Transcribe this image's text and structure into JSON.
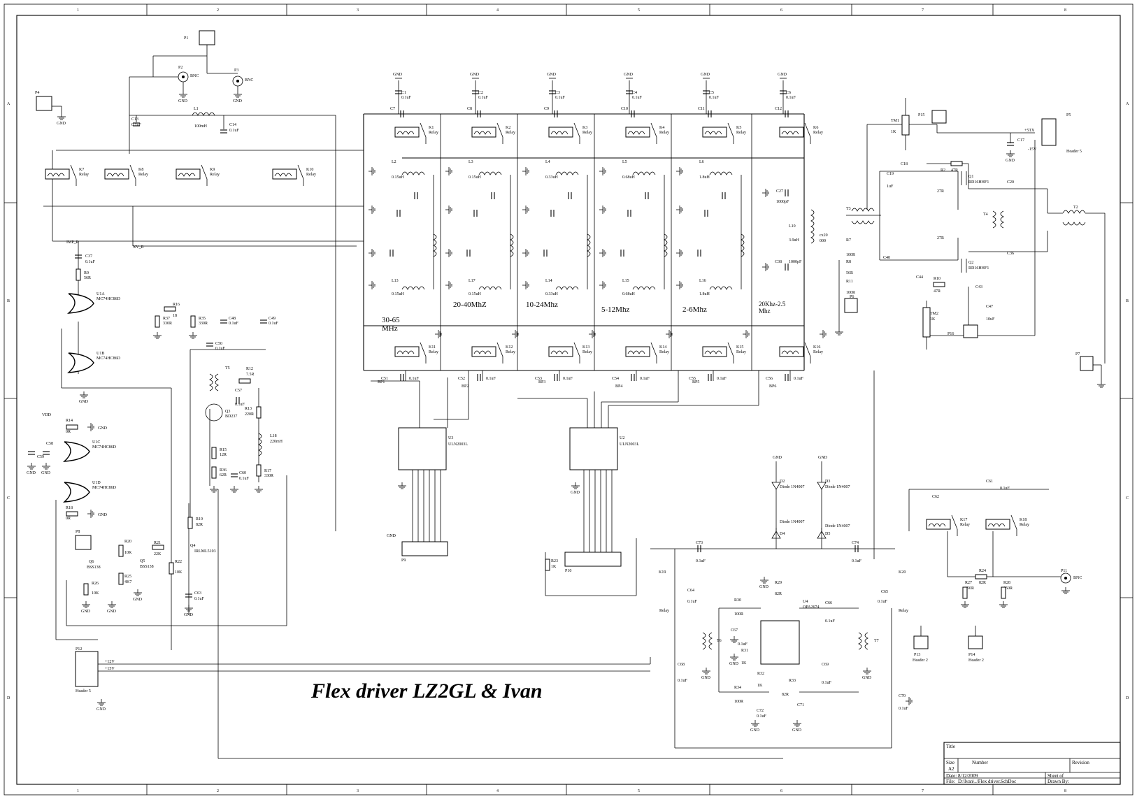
{
  "title": "Flex driver LZ2GL & Ivan",
  "frame": {
    "col_labels": [
      "1",
      "2",
      "3",
      "4",
      "5",
      "6",
      "7",
      "8"
    ],
    "row_labels": [
      "A",
      "B",
      "C",
      "D"
    ]
  },
  "bands": {
    "b30_65": "30-65\nMHz",
    "b20_40": "20-40MhZ",
    "b10_24": "10-24Mhz",
    "b5_12": "5-12Mhz",
    "b2_6": "2-6Mhz",
    "b20k": "20Khz-2.5\nMhz"
  },
  "title_block": {
    "title_label": "Title",
    "size_label": "Size",
    "size_value": "A2",
    "number_label": "Number",
    "revision_label": "Revision",
    "date_label": "Date:",
    "date_value": "8/12/2009",
    "file_label": "File:",
    "file_value": "D:\\Ivan\\..\\Flex driver.SchDoc",
    "sheet_label": "Sheet of",
    "drawn_label": "Drawn By:"
  },
  "labels": {
    "gnd": "GND",
    "vdd": "VDD",
    "bnc": "BNC",
    "relay": "Relay",
    "p1": "P1",
    "p2": "P2",
    "p3": "P3",
    "p4": "P4",
    "p5": "P5",
    "p6": "P6",
    "p7": "P7",
    "p8": "P8",
    "p9": "P9",
    "p10": "P10",
    "p11": "P11",
    "p12": "P12",
    "p13": "P13",
    "p14": "P14",
    "p15": "P15",
    "p16": "P16",
    "header2": "Header 2",
    "header5": "Header 5",
    "u1a": "U1A",
    "u1b": "U1B",
    "u1c": "U1C",
    "u1d": "U1D",
    "mc74": "MC74HC86D",
    "u2": "U2",
    "u3": "U3",
    "uln": "ULN2003L",
    "u4": "U4",
    "opa": "OPA2674",
    "imp_r": "IMP_R",
    "xv_r": "XV_R",
    "l1": "L1",
    "l1v": "100mH",
    "c13": "C13",
    "c14": "C14",
    "cv01": "0.1uF",
    "t5": "T5",
    "t6": "T6",
    "t7": "T7",
    "t3": "T3",
    "t4": "T4",
    "t2": "T2",
    "q1": "Q1",
    "q2": "Q2",
    "rd": "RD16HHF1",
    "q3": "Q3",
    "bd": "BD237",
    "q4": "Q4",
    "irl": "IRLML5103",
    "q5": "Q5",
    "q6": "Q6",
    "bss": "BSS138",
    "tm1": "TM1",
    "tm2": "TM2",
    "tm1v": "1K",
    "tm2v": "1K",
    "p12v": "+12V",
    "p15v": "+15V",
    "m15v": "-15V",
    "p5tx": "+5TX",
    "d2": "D2",
    "d3": "D3",
    "d4": "D4",
    "d5": "D5",
    "diode": "Diode 1N4007",
    "l18": "L18",
    "l18v": "220mH",
    "l10": "L10",
    "l10v": "3.9uH",
    "k_labels": [
      "K1",
      "K2",
      "K3",
      "K4",
      "K5",
      "K6"
    ],
    "k_bottom": [
      "K11",
      "K12",
      "K13",
      "K14",
      "K15",
      "K16"
    ],
    "k_mid": [
      "K7",
      "K8",
      "K9",
      "K10"
    ],
    "k17": "K17",
    "k18": "K18",
    "k19": "K19",
    "k20": "K20",
    "c_top": [
      "C1",
      "C2",
      "C3",
      "C4",
      "C5",
      "C6"
    ],
    "c_top2": [
      "C7",
      "C8",
      "C9",
      "C10",
      "C11",
      "C12"
    ],
    "c_bot": [
      "C51",
      "C52",
      "C53",
      "C54",
      "C55",
      "C56"
    ],
    "bp": [
      "BP1",
      "BP2",
      "BP3",
      "BP4",
      "BP5",
      "BP6"
    ],
    "l_top": [
      "L2",
      "L3",
      "L4",
      "L5",
      "L6"
    ],
    "l_top_v": [
      "0.15uH",
      "0.15uH",
      "0.33uH",
      "0.68uH",
      "1.8uH"
    ],
    "l_bot": [
      "L13",
      "L17",
      "L14",
      "L15",
      "L16"
    ],
    "l_bot_v": [
      "0.15uH",
      "0.15uH",
      "0.33uH",
      "0.68uH",
      "1.8uH"
    ],
    "r8": "R8",
    "r8v": "56R",
    "r7": "R7",
    "r7v": "100R",
    "r11": "R11",
    "r11v": "100R",
    "r27v": "27R",
    "r10": "R10",
    "r10v": "47R",
    "r2": "R2",
    "r2v": "47R",
    "r24": "R24",
    "r24v": "82R",
    "r27": "R27",
    "r27b": "150R",
    "r28": "R28",
    "r28v": "150R",
    "c37": "C37",
    "c9r": "R9",
    "r9v": "56R",
    "r16": "R16",
    "r37": "R37",
    "r35": "R35",
    "r37v": "330R",
    "r35v": "330R",
    "r16v": "18",
    "r12": "R12",
    "r12v": "7.5R",
    "r13": "R13",
    "r13v": "220R",
    "r15": "R15",
    "r15v": "12R",
    "r36": "R36",
    "r36v": "62R",
    "r17": "R17",
    "r17v": "330R",
    "r19": "R19",
    "r19v": "82R",
    "r20": "R20",
    "r20v": "10K",
    "r21": "R21",
    "r21v": "22K",
    "r22": "R22",
    "r22v": "10K",
    "r23": "R23",
    "r23v": "1K",
    "r25": "R25",
    "r25v": "4K7",
    "r26": "R26",
    "r26v": "10K",
    "r14": "R14",
    "r14v": "0R",
    "r18": "R18",
    "r18v": "0R",
    "r30": "R30",
    "r30v": "100R",
    "r31": "R31",
    "r31v": "1K",
    "r32": "R32",
    "r32v": "1K",
    "r33": "R33",
    "r33v": "82R",
    "r29": "R29",
    "r29v": "82R",
    "r34": "R34",
    "r34v": "100R",
    "c61": "C61",
    "c62": "C62",
    "c64": "C64",
    "c65": "C65",
    "c66": "C66",
    "c67": "C67",
    "c68": "C68",
    "c69": "C69",
    "c70": "C70",
    "c71": "C71",
    "c72": "C72",
    "c73": "C73",
    "c74": "C74",
    "c63": "C63",
    "c60": "C60",
    "c50": "C50",
    "c57": "C57",
    "c48": "C48",
    "c49": "C49",
    "c58": "C58",
    "c59": "C59",
    "c17": "C17",
    "c18": "C18",
    "c19": "C19",
    "c20": "C20",
    "c36": "C36",
    "c40": "C40",
    "c44": "C44",
    "c43": "C43",
    "c47": "C47",
    "c47v": "10uF",
    "c19v": "1uF",
    "c27": "C27",
    "c27v": "1000pF",
    "c38": "C38",
    "c38v": "1000pF",
    "cx20": "cx20",
    "cx20v": "000"
  }
}
